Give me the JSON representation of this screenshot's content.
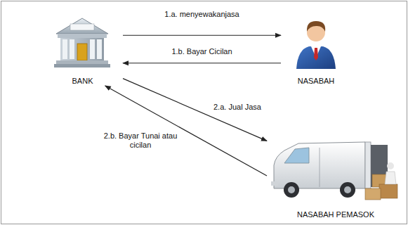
{
  "diagram": {
    "nodes": [
      {
        "text": [
          "BANK"
        ]
      },
      {
        "text": [
          "NASABAH"
        ]
      },
      {
        "text": [
          "NASABAH PEMASOK"
        ]
      }
    ],
    "edges": [
      {
        "from": 0,
        "to": 1,
        "label": "1.a. menyewakanjasa",
        "arrow": "to"
      },
      {
        "from": 1,
        "to": 0,
        "label": "1.b. Bayar Cicilan",
        "arrow": "to"
      },
      {
        "from": 0,
        "to": 2,
        "label": "2.a. Jual Jasa",
        "arrow": "to"
      },
      {
        "from": 2,
        "to": 0,
        "label": "2.b. Bayar Tunai atau cicilan",
        "arrow": "to"
      }
    ]
  }
}
